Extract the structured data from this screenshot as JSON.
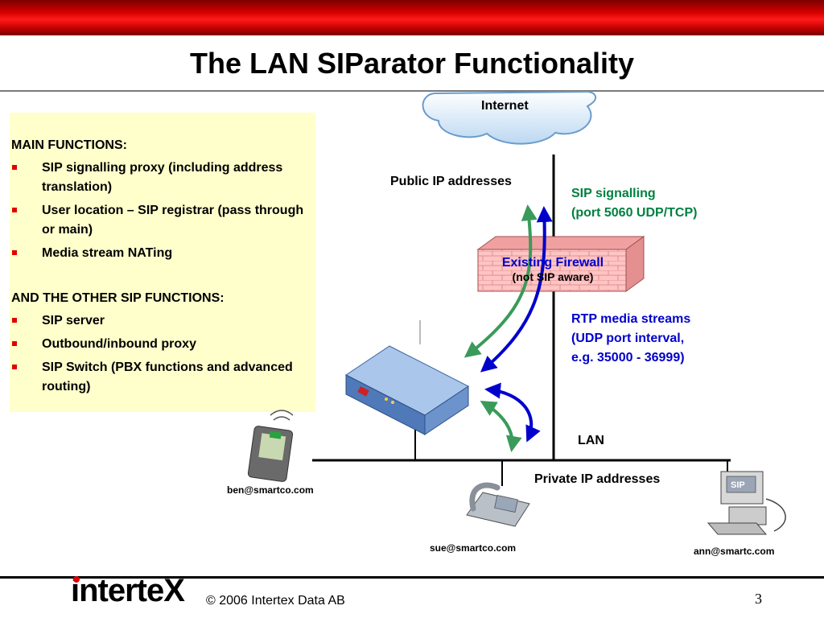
{
  "slide": {
    "title": "The LAN SIParator Functionality",
    "page_number": "3",
    "copyright": "© 2006 Intertex Data AB",
    "logo_text": "interteX"
  },
  "panel": {
    "main_heading": "MAIN FUNCTIONS:",
    "main_items": [
      "SIP signalling proxy (including address translation)",
      "User location – SIP registrar (pass through or main)",
      "Media stream NATing"
    ],
    "other_heading": "AND THE OTHER SIP FUNCTIONS:",
    "other_items": [
      "SIP server",
      "Outbound/inbound proxy",
      "SIP Switch (PBX functions and advanced routing)"
    ]
  },
  "diagram": {
    "internet": "Internet",
    "public_ip": "Public IP addresses",
    "sip_signalling_1": "SIP signalling",
    "sip_signalling_2": "(port 5060 UDP/TCP)",
    "firewall_1": "Existing Firewall",
    "firewall_2": "(not SIP aware)",
    "rtp_1": "RTP media streams",
    "rtp_2": "(UDP port interval,",
    "rtp_3": "e.g. 35000 - 36999)",
    "lan": "LAN",
    "private_ip": "Private IP addresses",
    "email_ben": "ben@smartco.com",
    "email_sue": "sue@smartco.com",
    "email_ann": "ann@smartc.com",
    "computer_badge": "SIP"
  },
  "colors": {
    "sip_signalling": "#008040",
    "rtp_media": "#0000cc",
    "firewall": "#ffb3b3",
    "panel_bg": "#ffffcc",
    "accent": "#e00000"
  },
  "icons": [
    "cloud-icon",
    "firewall-icon",
    "siparator-device-icon",
    "pda-icon",
    "phone-icon",
    "computer-icon"
  ]
}
